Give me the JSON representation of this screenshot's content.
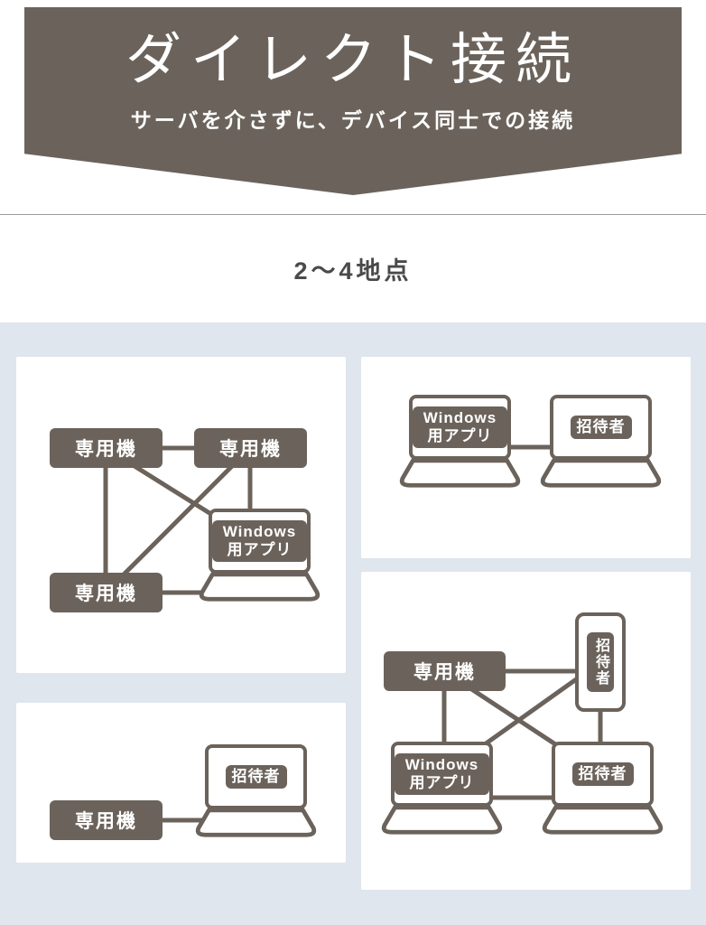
{
  "banner": {
    "title": "ダイレクト接続",
    "subtitle": "サーバを介さずに、デバイス同士での接続"
  },
  "section": {
    "label": "2〜4地点"
  },
  "colors": {
    "accent": "#6b635b",
    "area_bg": "#dfe6ed",
    "panel_bg": "#ffffff",
    "divider": "#9b9b9b",
    "text_dark": "#4a4a4a"
  },
  "diagrams": {
    "mesh_left": {
      "node_a": "専用機",
      "node_b": "専用機",
      "node_c": "専用機",
      "node_d": "Windows用アプリ"
    },
    "pair_right": {
      "node_a": "Windows用アプリ",
      "node_b": "招待者"
    },
    "pair_left": {
      "node_a": "専用機",
      "node_b": "招待者"
    },
    "mesh_right": {
      "node_a": "専用機",
      "node_b": "招待者",
      "node_c": "Windows用アプリ",
      "node_d": "招待者"
    }
  }
}
